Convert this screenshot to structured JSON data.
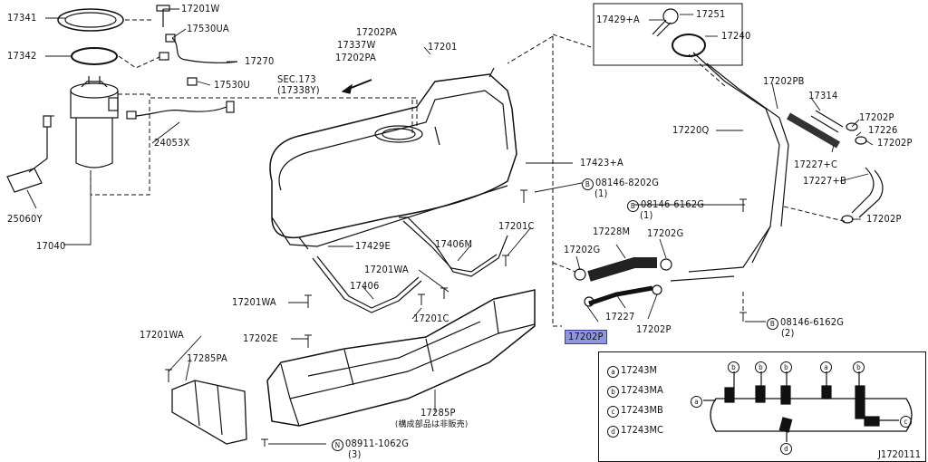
{
  "labels": {
    "p17341": "17341",
    "p17342": "17342",
    "p17201w": "17201W",
    "p17530ua": "17530UA",
    "p17270": "17270",
    "p17530u": "17530U",
    "p24053x": "24053X",
    "p25060y": "25060Y",
    "p17040": "17040",
    "p17202pa_a": "17202PA",
    "p17337w": "17337W",
    "p17202pa_b": "17202PA",
    "p17201": "17201",
    "sec173": "SEC.173",
    "sec17338y": "(17338Y)",
    "p17423a": "17423+A",
    "p08146_8202g": "08146-8202G",
    "p08146_8202g_qty": "(1)",
    "p17429e": "17429E",
    "p17406m": "17406M",
    "p17201c_a": "17201C",
    "p17201wa_a": "17201WA",
    "p17406": "17406",
    "p17201wa_b": "17201WA",
    "p17201c_b": "17201C",
    "p17201wa_c": "17201WA",
    "p17202e": "17202E",
    "p17285pa": "17285PA",
    "p17285p": "17285P",
    "p17285p_note": "(構成部品は非販売)",
    "p08911_1062g": "08911-1062G",
    "p08911_qty": "(3)",
    "p17429a": "17429+A",
    "p17251": "17251",
    "p17240": "17240",
    "p17202pb": "17202PB",
    "p17314": "17314",
    "p17220q": "17220Q",
    "p17202p_a": "17202P",
    "p17226": "17226",
    "p17202p_b": "17202P",
    "p17227c": "17227+C",
    "p17227b": "17227+B",
    "p08146_6162g_a": "08146-6162G",
    "p08146_6162g_a_qty": "(1)",
    "p17202p_c": "17202P",
    "p17228m": "17228M",
    "p17202g_a": "17202G",
    "p17202g_b": "17202G",
    "p17227": "17227",
    "p17202p_d": "17202P",
    "p17202p_hl": "17202P",
    "p08146_6162g_b": "08146-6162G",
    "p08146_6162g_b_qty": "(2)"
  },
  "markers": {
    "b": "B",
    "n": "N"
  },
  "legend": {
    "items": [
      {
        "key": "a",
        "part": "17243M"
      },
      {
        "key": "b",
        "part": "17243MA"
      },
      {
        "key": "c",
        "part": "17243MB"
      },
      {
        "key": "d",
        "part": "17243MC"
      }
    ],
    "diagram_keys": {
      "a1": "a",
      "b1": "b",
      "b2": "b",
      "b3": "b",
      "a2": "a",
      "b4": "b",
      "c1": "c",
      "d1": "d"
    }
  },
  "diagram_id": "J1720111",
  "colors": {
    "line": "#111111",
    "highlight": "#8f96de",
    "highlight_border": "#3a3f9c"
  }
}
